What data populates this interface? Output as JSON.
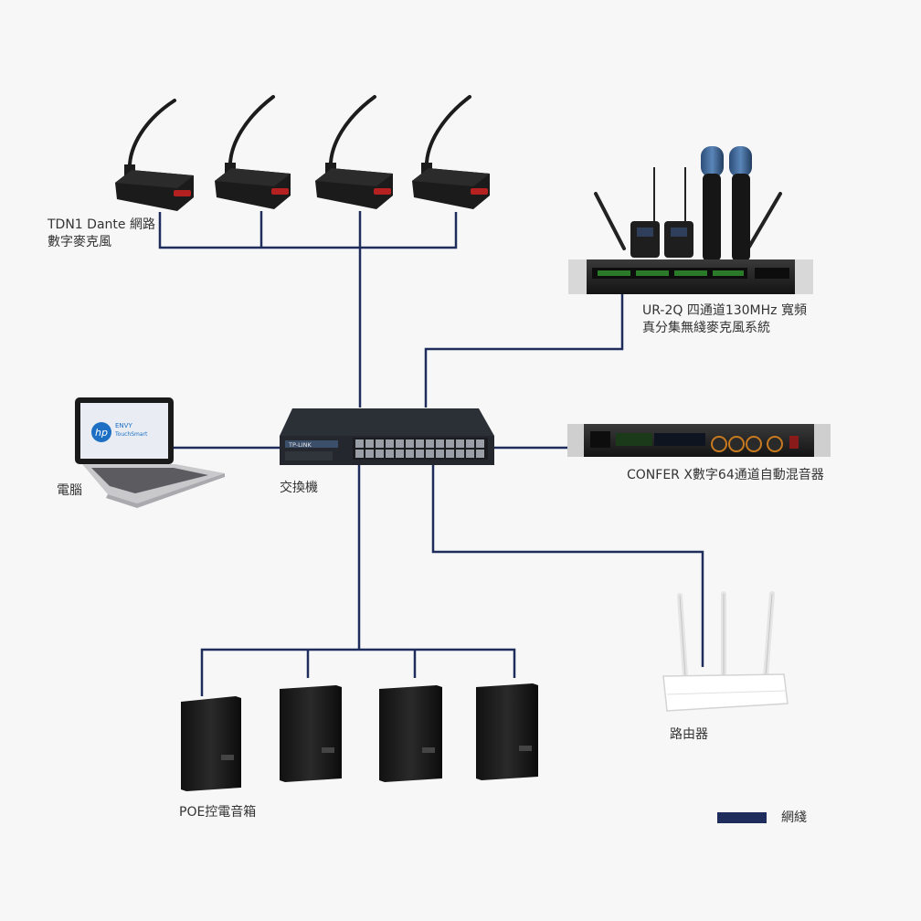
{
  "labels": {
    "mic": "TDN1 Dante 網路\n數字麥克風",
    "wireless": "UR-2Q 四通道130MHz 寬頻\n真分集無綫麥克風系統",
    "computer": "電腦",
    "switch": "交換機",
    "mixer": "CONFER X數字64通道自動混音器",
    "router": "路由器",
    "speakers": "POE控電音箱"
  },
  "legend": {
    "label": "網綫",
    "color": "#1f2d5c"
  },
  "colors": {
    "line": "#1f2d5c",
    "background": "#f7f7f8"
  },
  "device_text": {
    "switch_brand": "TP-LINK",
    "laptop_brand": "hp",
    "laptop_model": "ENVY",
    "laptop_sub": "TouchSmart"
  }
}
